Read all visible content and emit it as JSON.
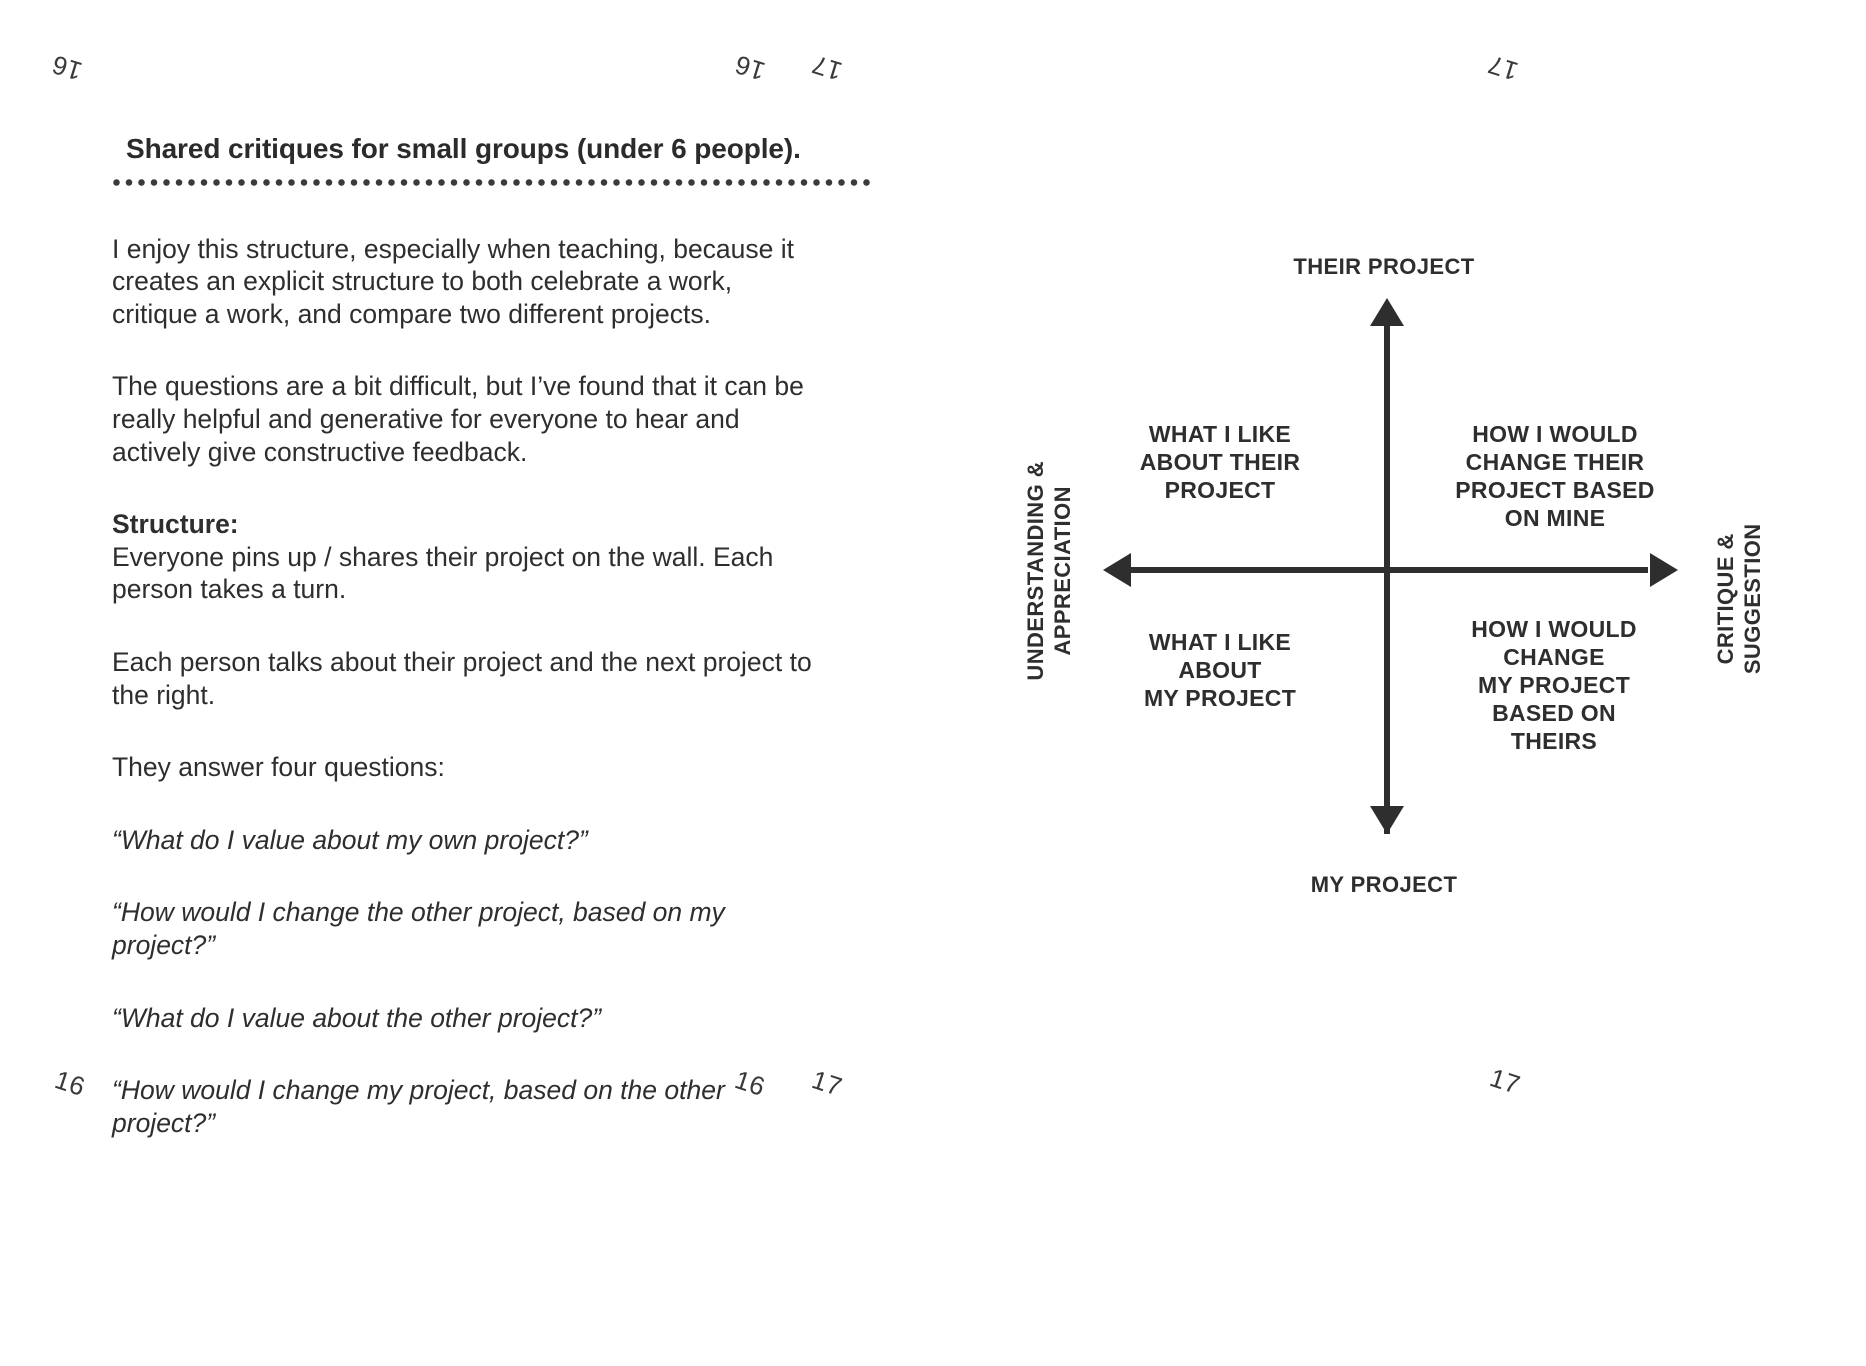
{
  "page_marks": {
    "top_left": "16",
    "top_middle_left": "16",
    "top_middle_right": "17",
    "top_right": "17",
    "bottom_left": "16",
    "bottom_middle_left": "16",
    "bottom_middle_right": "17",
    "bottom_right": "17"
  },
  "article": {
    "heading": "Shared critiques for small groups (under 6 people).",
    "paragraphs": [
      "I enjoy this structure, especially when teaching, because it creates an explicit structure to both celebrate a work, critique a work, and compare two different projects.",
      "The questions are a bit difficult, but I’ve found that it can be really helpful and generative for everyone to hear and actively give constructive feedback."
    ],
    "structure_heading": "Structure:",
    "structure_lines": [
      "Everyone pins up / shares their project on the wall. Each person takes a turn.",
      "Each person talks about their project and the next project to the right.",
      "They answer four questions:"
    ],
    "questions": [
      "“What do I value about my own project?”",
      "“How would I change the other project, based on my project?”",
      "“What do I value about the other project?”",
      "“How would I change my project, based on the other project?”"
    ]
  },
  "chart_data": {
    "type": "scatter",
    "title": "",
    "axes": {
      "top": "THEIR PROJECT",
      "bottom": "MY PROJECT",
      "left_line1": "UNDERSTANDING &",
      "left_line2": "APPRECIATION",
      "right_line1": "CRITIQUE &",
      "right_line2": "SUGGESTION"
    },
    "quadrants": [
      {
        "position": "top-left",
        "label": "WHAT I LIKE ABOUT THEIR PROJECT",
        "lines": [
          "WHAT I LIKE",
          "ABOUT THEIR",
          "PROJECT"
        ]
      },
      {
        "position": "top-right",
        "label": "HOW I WOULD CHANGE THEIR PROJECT BASED ON MINE",
        "lines": [
          "HOW I WOULD",
          "CHANGE THEIR",
          "PROJECT BASED",
          "ON MINE"
        ]
      },
      {
        "position": "bottom-left",
        "label": "WHAT I LIKE ABOUT MY PROJECT",
        "lines": [
          "WHAT I LIKE",
          "ABOUT",
          "MY PROJECT"
        ]
      },
      {
        "position": "bottom-right",
        "label": "HOW I WOULD CHANGE MY PROJECT BASED ON THEIRS",
        "lines": [
          "HOW I WOULD",
          "CHANGE",
          "MY PROJECT",
          "BASED ON",
          "THEIRS"
        ]
      }
    ],
    "grid": false,
    "legend": "none",
    "colors": {
      "ink": "#2e2e2e",
      "background": "#ffffff"
    }
  }
}
